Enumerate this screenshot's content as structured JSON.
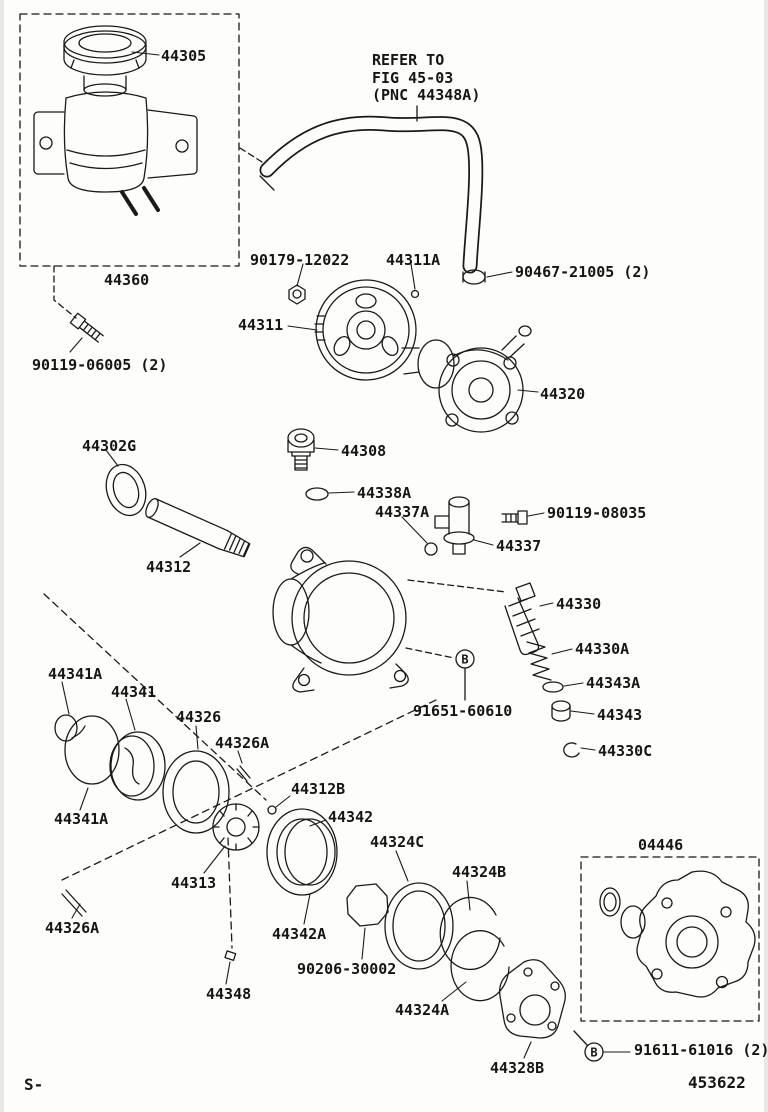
{
  "colors": {
    "ink": "#1a1a1a",
    "background": "#ffffff"
  },
  "note": {
    "line1": "REFER TO",
    "line2": "FIG 45-03",
    "line3": "(PNC 44348A)"
  },
  "symbols": {
    "b": "B"
  },
  "footer": {
    "left": "S-",
    "figure_number": "453622"
  },
  "parts": [
    {
      "text": "44305"
    },
    {
      "text": "44360"
    },
    {
      "text": "90119-06005 (2)"
    },
    {
      "text": "90179-12022"
    },
    {
      "text": "44311A"
    },
    {
      "text": "90467-21005 (2)"
    },
    {
      "text": "44311"
    },
    {
      "text": "44320"
    },
    {
      "text": "44302G"
    },
    {
      "text": "44308"
    },
    {
      "text": "44338A"
    },
    {
      "text": "44337A"
    },
    {
      "text": "90119-08035"
    },
    {
      "text": "44337"
    },
    {
      "text": "44312"
    },
    {
      "text": "44330"
    },
    {
      "text": "44330A"
    },
    {
      "text": "44343A"
    },
    {
      "text": "44343"
    },
    {
      "text": "44330C"
    },
    {
      "text": "91651-60610"
    },
    {
      "text": "44341A"
    },
    {
      "text": "44341"
    },
    {
      "text": "44326"
    },
    {
      "text": "44326A"
    },
    {
      "text": "44312B"
    },
    {
      "text": "44342"
    },
    {
      "text": "44324C"
    },
    {
      "text": "44324B"
    },
    {
      "text": "44341A"
    },
    {
      "text": "44313"
    },
    {
      "text": "44342A"
    },
    {
      "text": "90206-30002"
    },
    {
      "text": "44326A"
    },
    {
      "text": "44348"
    },
    {
      "text": "44324A"
    },
    {
      "text": "04446"
    },
    {
      "text": "91611-61016 (2)"
    },
    {
      "text": "44328B"
    }
  ]
}
